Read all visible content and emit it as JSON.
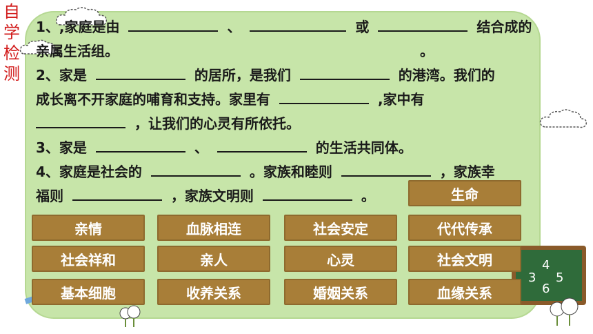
{
  "side_title": [
    "自",
    "学",
    "检",
    "测"
  ],
  "questions": {
    "q1a": "1、,家庭是由",
    "q1b": "、",
    "q1c": "或",
    "q1d": "结合成的",
    "q1e": "亲属生活组。",
    "q1f": "。",
    "q2a": "2、家是",
    "q2b": "的居所，是我们",
    "q2c": "的港湾。我们的",
    "q2d": "成长离不开家庭的哺育和支持。家里有",
    "q2e": ",家中有",
    "q2f": "，让我们的心灵有所依托。",
    "q3a": "3、家是",
    "q3b": "、",
    "q3c": "的生活共同体。",
    "q4a": "4、家庭是社会的",
    "q4b": "。家族和睦则",
    "q4c": "，家族幸",
    "q4d": "福则",
    "q4e": "，家族文明则",
    "q4f": "。"
  },
  "answers": {
    "a_shengming": "生命",
    "a_qinqing": "亲情",
    "a_xuemai": "血脉相连",
    "a_shehui_anding": "社会安定",
    "a_daidai": "代代传承",
    "a_xianghe": "社会祥和",
    "a_qinren": "亲人",
    "a_xinling": "心灵",
    "a_wenming": "社会文明",
    "a_xibao": "基本细胞",
    "a_shouyang": "收养关系",
    "a_hunyin": "婚姻关系",
    "a_xueyuan": "血缘关系"
  },
  "chalkboard_numbers": [
    "3",
    "4",
    "5",
    "6"
  ],
  "colors": {
    "board": "#c7e5a9",
    "button": "#a87e38",
    "title": "#d21c1c"
  }
}
